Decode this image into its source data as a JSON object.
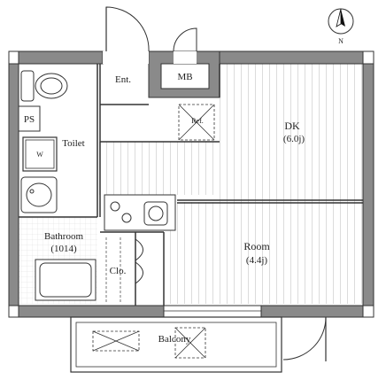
{
  "labels": {
    "entrance": "Ent.",
    "meter_box": "MB",
    "refrigerator": "Ref.",
    "dining_kitchen": "DK",
    "dk_size": "(6.0j)",
    "pipe_space": "PS",
    "toilet": "Toilet",
    "washer": "W",
    "bathroom": "Bathroom",
    "bathroom_size": "(1014)",
    "room": "Room",
    "room_size": "(4.4j)",
    "closet": "Clo.",
    "balcony": "Balcony",
    "north": "N"
  },
  "colors": {
    "wall": "#8a8a8a",
    "wall_outline": "#333333",
    "floor_lines": "#d0d0d0",
    "background": "#ffffff"
  }
}
